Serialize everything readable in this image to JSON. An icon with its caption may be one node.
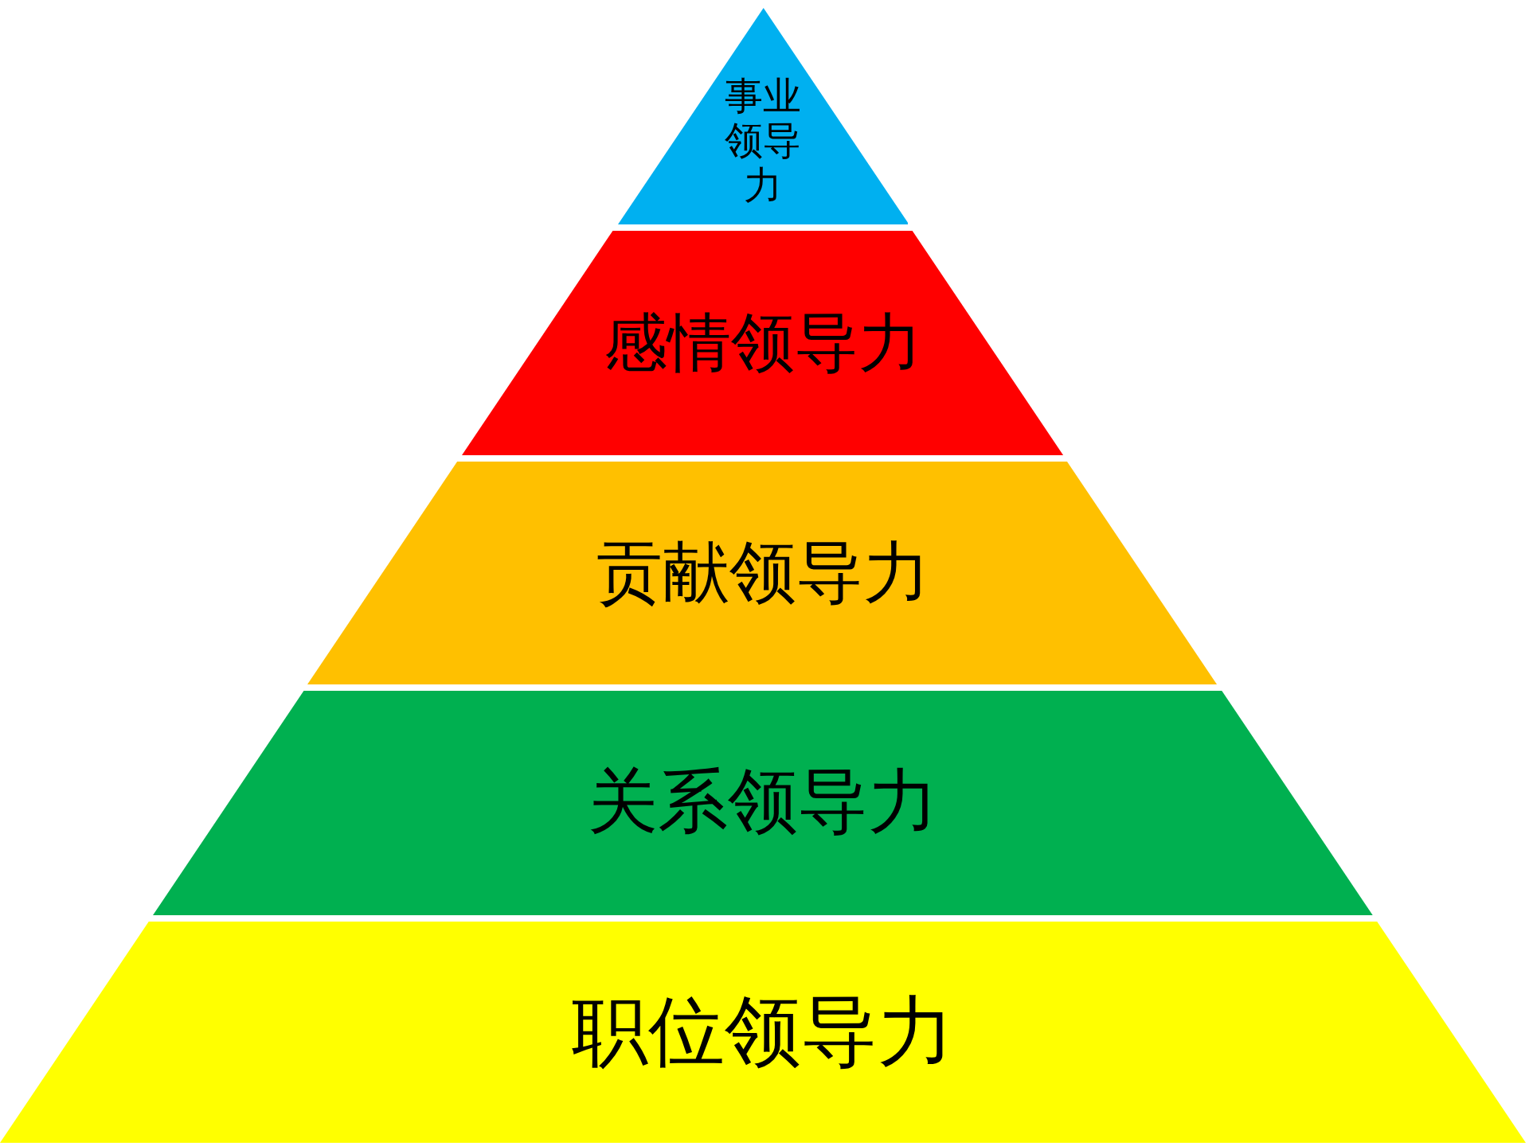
{
  "diagram": {
    "nodes": [
      {
        "text": [
          "事业领导力"
        ]
      },
      {
        "text": [
          "感情领导力"
        ]
      },
      {
        "text": [
          "贡献领导力"
        ]
      },
      {
        "text": [
          "关系领导力"
        ]
      },
      {
        "text": [
          "职位领导力"
        ]
      }
    ]
  }
}
